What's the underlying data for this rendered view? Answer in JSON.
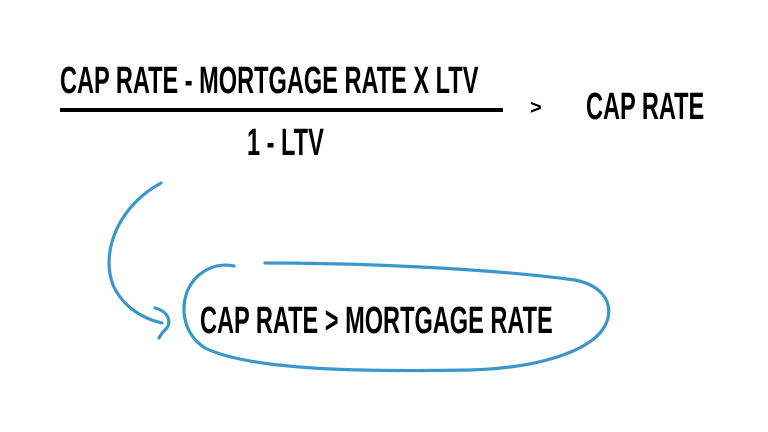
{
  "formula": {
    "numerator": "CAP RATE - MORTGAGE RATE X LTV",
    "denominator": "1 - LTV",
    "comparison_operator": ">",
    "right_hand_side": "CAP RATE"
  },
  "conclusion": {
    "text": "CAP RATE > MORTGAGE RATE"
  },
  "annotations": {
    "arrow": "curved-arrow-down-to-conclusion",
    "lasso": "hand-drawn-ellipse-around-conclusion"
  },
  "colors": {
    "text": "#000000",
    "annotation_blue": "#3A97CC",
    "background": "#FFFFFF"
  }
}
